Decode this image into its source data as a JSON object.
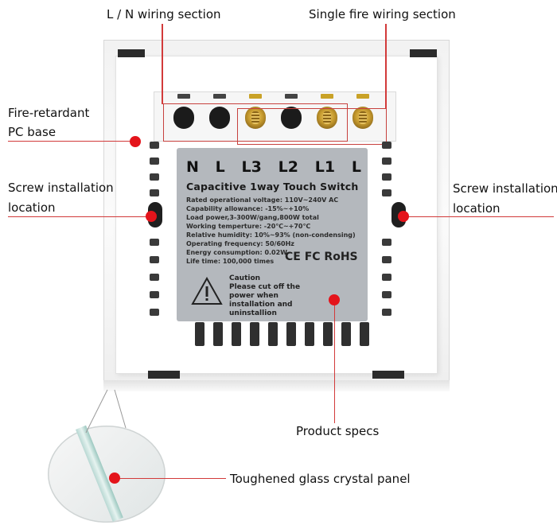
{
  "colors": {
    "accent": "#e4141b",
    "leader": "#d23a3a",
    "label_card": "#b4b8bd"
  },
  "callouts": {
    "ln_wiring": "L / N wiring section",
    "single_fire": "Single fire wiring section",
    "base_line1": "Fire-retardant",
    "base_line2": "PC base",
    "screw_left_line1": "Screw installation",
    "screw_left_line2": "location",
    "screw_right_line1": "Screw installation",
    "screw_right_line2": "location",
    "product_specs": "Product specs",
    "glass_panel": "Toughened glass crystal panel"
  },
  "product_label": {
    "terminals": [
      "N",
      "L",
      "L3",
      "L2",
      "L1",
      "L"
    ],
    "title": "Capacitive 1way Touch Switch",
    "specs": [
      "Rated operational voltage: 110V~240V AC",
      "Capability allowance: -15%~+10%",
      "Load power,3-300W/gang,800W total",
      "Working temperture: -20℃~+70℃",
      "Relative humidity: 10%~93% (non-condensing)",
      "Operating frequency: 50/60Hz",
      "Energy consumption: 0.02W",
      "Life time: 100,000 times"
    ],
    "marks": "CE FC RoHS",
    "caution_title": "Caution",
    "caution_text": "Please cut off the power when installation and uninstallion"
  }
}
